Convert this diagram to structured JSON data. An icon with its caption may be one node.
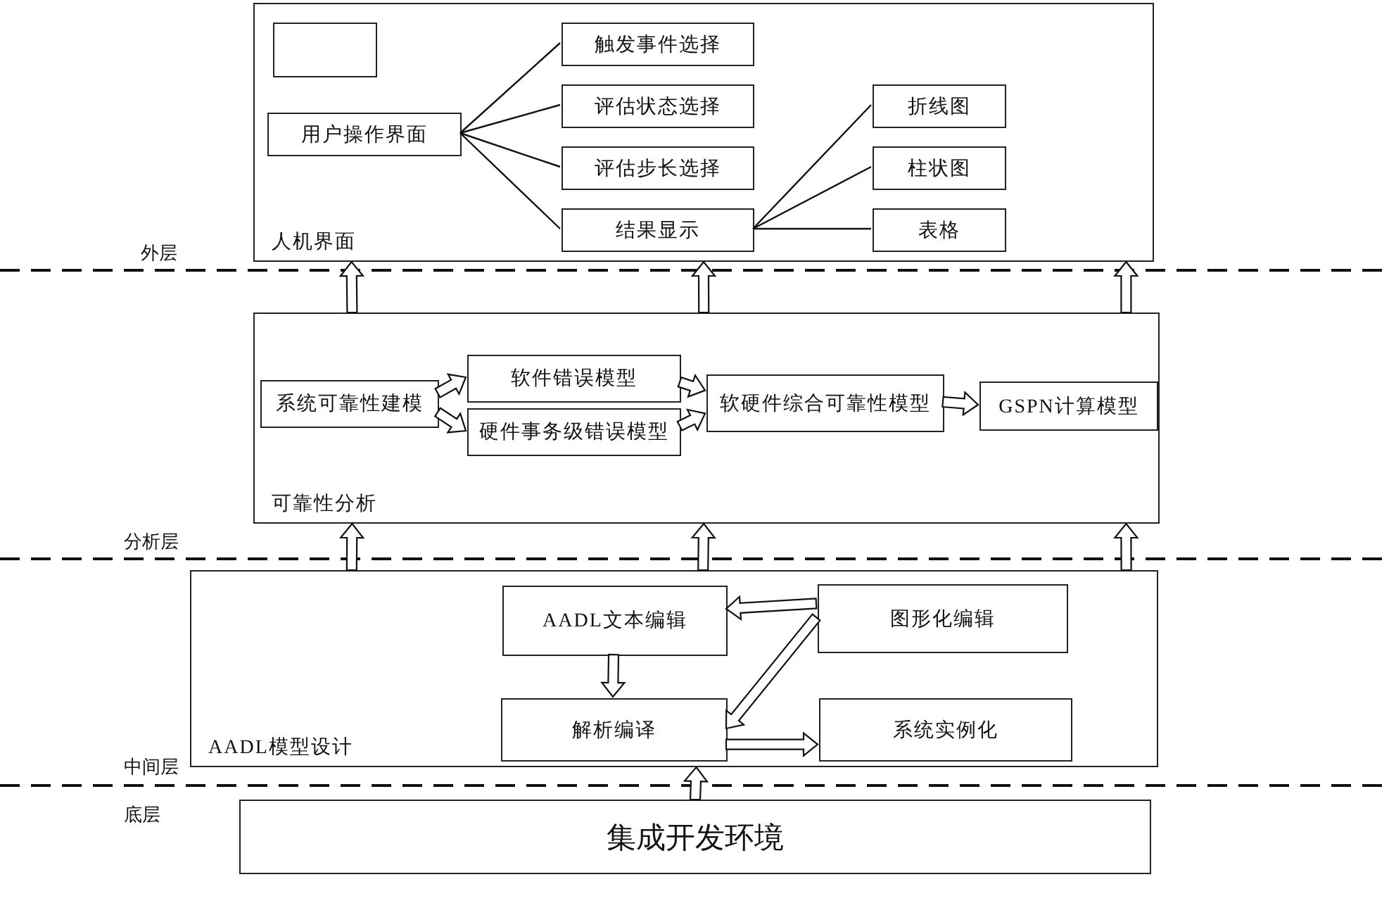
{
  "diagram": {
    "nodes": [
      {
        "text": [
          "人机界面"
        ]
      },
      {
        "text": [],
        "shape": "box",
        "in": 0
      },
      {
        "text": [
          "用户操作界面"
        ],
        "in": 0
      },
      {
        "text": [
          "触发事件选择"
        ],
        "in": 0
      },
      {
        "text": [
          "评估状态选择"
        ],
        "in": 0
      },
      {
        "text": [
          "评估步长选择"
        ],
        "in": 0
      },
      {
        "text": [
          "结果显示"
        ],
        "in": 0
      },
      {
        "text": [
          "折线图"
        ],
        "in": 0
      },
      {
        "text": [
          "柱状图"
        ],
        "in": 0
      },
      {
        "text": [
          "表格"
        ],
        "in": 0
      },
      {
        "text": [
          "可靠性分析"
        ]
      },
      {
        "text": [
          "系统可靠性建模"
        ],
        "in": 10
      },
      {
        "text": [
          "软件错误模型"
        ],
        "in": 10
      },
      {
        "text": [
          "硬件事务级错误模型"
        ],
        "in": 10
      },
      {
        "text": [
          "软硬件综合可靠性模型"
        ],
        "in": 10
      },
      {
        "text": [
          "GSPN计算模型"
        ],
        "in": 10
      },
      {
        "text": [
          "AADL模型设计"
        ]
      },
      {
        "text": [
          "AADL文本编辑"
        ],
        "in": 16
      },
      {
        "text": [
          "图形化编辑"
        ],
        "in": 16
      },
      {
        "text": [
          "解析编译"
        ],
        "in": 16
      },
      {
        "text": [
          "系统实例化"
        ],
        "in": 16
      },
      {
        "text": [
          "集成开发环境"
        ]
      }
    ],
    "edges": [
      {
        "from": 2,
        "to": 3,
        "arrow": "none"
      },
      {
        "from": 2,
        "to": 4,
        "arrow": "none"
      },
      {
        "from": 2,
        "to": 5,
        "arrow": "none"
      },
      {
        "from": 2,
        "to": 6,
        "arrow": "none"
      },
      {
        "from": 6,
        "to": 7,
        "arrow": "none"
      },
      {
        "from": 6,
        "to": 8,
        "arrow": "none"
      },
      {
        "from": 6,
        "to": 9,
        "arrow": "none"
      },
      {
        "from": 11,
        "to": 12,
        "arrow": "to"
      },
      {
        "from": 11,
        "to": 13,
        "arrow": "to"
      },
      {
        "from": 12,
        "to": 14,
        "arrow": "to"
      },
      {
        "from": 13,
        "to": 14,
        "arrow": "to"
      },
      {
        "from": 14,
        "to": 15,
        "arrow": "to"
      },
      {
        "from": 18,
        "to": 17,
        "arrow": "to"
      },
      {
        "from": 17,
        "to": 19,
        "arrow": "to"
      },
      {
        "from": 18,
        "to": 19,
        "arrow": "to"
      },
      {
        "from": 19,
        "to": 20,
        "arrow": "to"
      },
      {
        "from": 10,
        "to": 0,
        "arrow": "to"
      },
      {
        "from": 10,
        "to": 0,
        "arrow": "to"
      },
      {
        "from": 10,
        "to": 0,
        "arrow": "to"
      },
      {
        "from": 16,
        "to": 10,
        "arrow": "to"
      },
      {
        "from": 16,
        "to": 10,
        "arrow": "to"
      },
      {
        "from": 16,
        "to": 10,
        "arrow": "to"
      },
      {
        "from": 21,
        "to": 16,
        "arrow": "to"
      }
    ],
    "labels": [
      "外层",
      "分析层",
      "中间层",
      "底层"
    ]
  }
}
